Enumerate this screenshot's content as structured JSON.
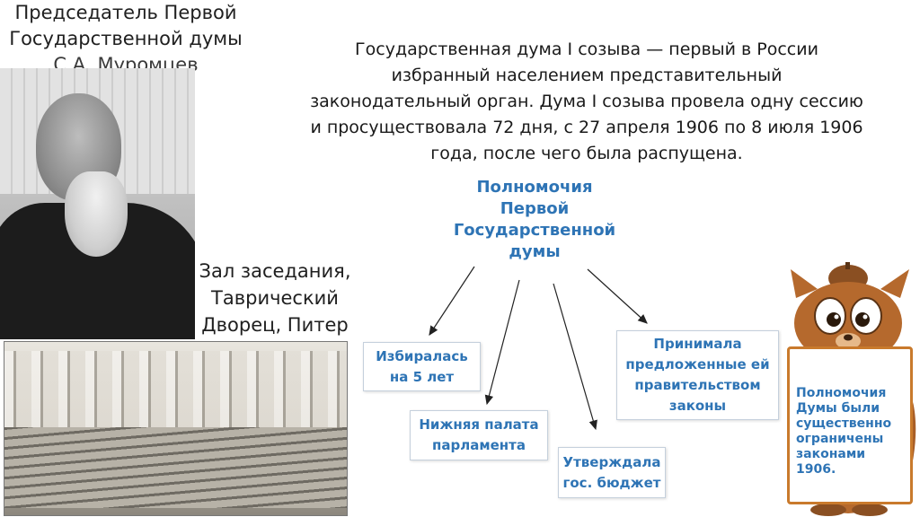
{
  "portrait": {
    "caption_line1": "Председатель Первой",
    "caption_line2": "Государственной думы",
    "caption_name": "С.А. Муромцев"
  },
  "hall": {
    "caption_line1": "Зал заседания,",
    "caption_line2": "Таврический",
    "caption_line3": "Дворец, Питер"
  },
  "intro": {
    "line1": "Государственная дума I созыва — первый в России",
    "line2": "избранный населением представительный",
    "line3": "законодательный орган. Дума I созыва провела одну сессию",
    "line4": "и просуществовала 72 дня, с 27 апреля 1906 по 8 июля 1906",
    "line5": "года, после чего была распущена."
  },
  "powers": {
    "title_line1": "Полномочия",
    "title_line2": "Первой",
    "title_line3": "Государственной",
    "title_line4": "думы",
    "items": [
      {
        "line1": "Избиралась",
        "line2": "на 5 лет"
      },
      {
        "line1": "Нижняя палата",
        "line2": "парламента"
      },
      {
        "line1": "Утверждала",
        "line2": "гос. бюджет"
      },
      {
        "line1": "Принимала",
        "line2": "предложенные ей",
        "line3": "правительством",
        "line4": "законы"
      }
    ]
  },
  "sign": {
    "line1": "Полномочия",
    "line2": "Думы были",
    "line3": "существенно",
    "line4": "ограничены",
    "line5": "законами",
    "line6": "1906."
  },
  "colors": {
    "accent_blue": "#2e74b5",
    "box_border": "#c5d0dc",
    "mascot_brown": "#b5692d"
  }
}
